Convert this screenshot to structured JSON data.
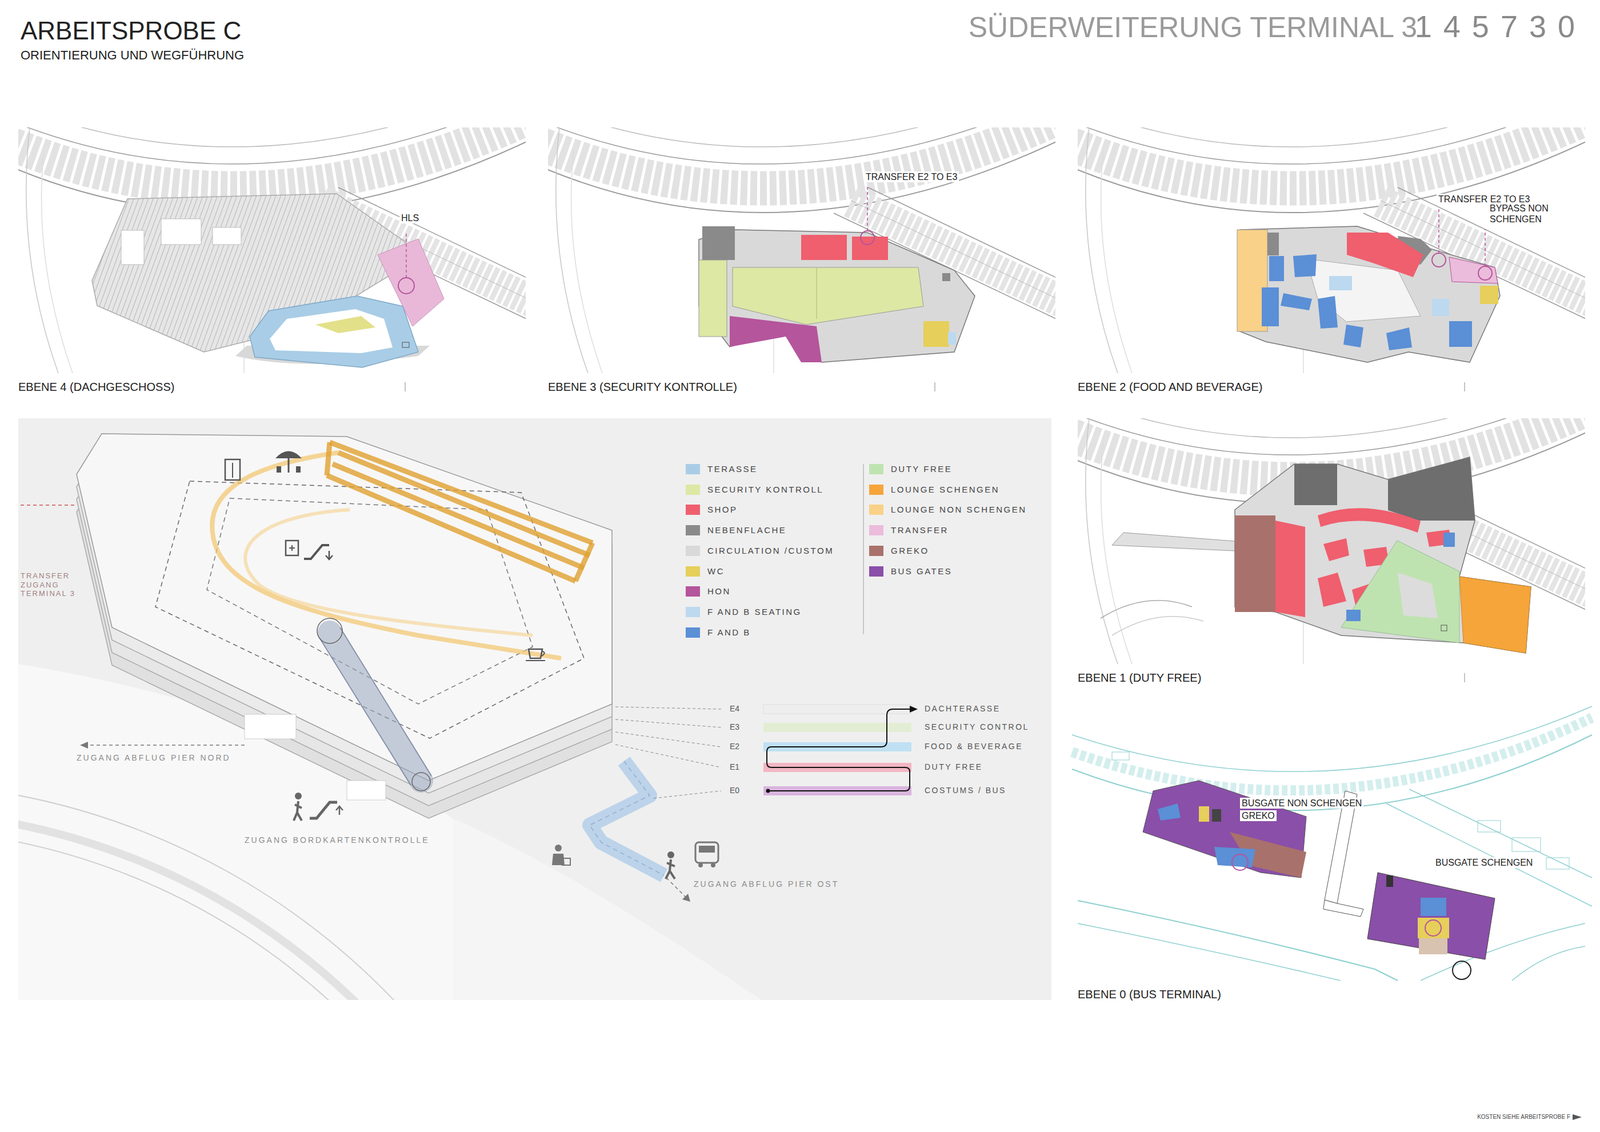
{
  "diagram": {
    "title": "ARBEITSPROBE C",
    "nodes": [
      {
        "text": [
          "EBENE 4 (DACHGESCHOSS)"
        ]
      },
      {
        "text": [
          "EBENE 3 (SECURITY KONTROLLE)"
        ]
      },
      {
        "text": [
          "EBENE 2 (FOOD AND BEVERAGE)"
        ]
      },
      {
        "text": [
          "EBENE 1 (DUTY FREE)"
        ]
      },
      {
        "text": [
          "EBENE 0 (BUS TERMINAL)"
        ]
      }
    ],
    "labels": [
      "ORIENTIERUNG UND WEGFÜHRUNG",
      "SÜDERWEITERUNG TERMINAL 3",
      "145730",
      "HLS",
      "TRANSFER E2 TO E3",
      "TRANSFER E2 TO E3",
      "BYPASS NON SCHENGEN",
      "TRANSFER ZUGANG TERMINAL 3",
      "ZUGANG ABFLUG PIER NORD",
      "ZUGANG BORDKARTENKONTROLLE",
      "ZUGANG ABFLUG PIER OST",
      "E4",
      "E3",
      "E2",
      "E1",
      "E0",
      "DACHTERASSE",
      "SECURITY CONTROL",
      "FOOD & BEVERAGE",
      "DUTY FREE",
      "COSTUMS / BUS",
      "BUSGATE NON SCHENGEN",
      "GREKO",
      "BUSGATE SCHENGEN",
      "KOSTEN SIEHE ARBEITSPROBE F"
    ],
    "legend": [
      {
        "text": "TERASSE",
        "color": "#a9cde6"
      },
      {
        "text": "SECURITY KONTROLL",
        "color": "#dce8a4"
      },
      {
        "text": "SHOP",
        "color": "#ef5f6e"
      },
      {
        "text": "NEBENFLACHE",
        "color": "#8a8a8a"
      },
      {
        "text": "CIRCULATION /CUSTOM",
        "color": "#d9d9d9"
      },
      {
        "text": "WC",
        "color": "#e6cf5a"
      },
      {
        "text": "HON",
        "color": "#b5559b"
      },
      {
        "text": "F AND B SEATING",
        "color": "#bcd9ef"
      },
      {
        "text": "F AND B",
        "color": "#5b8fd6"
      },
      {
        "text": "DUTY FREE",
        "color": "#bfe3b0"
      },
      {
        "text": "LOUNGE SCHENGEN",
        "color": "#f5a53a"
      },
      {
        "text": "LOUNGE NON SCHENGEN",
        "color": "#f9d188"
      },
      {
        "text": "TRANSFER",
        "color": "#ebbcdb"
      },
      {
        "text": "GREKO",
        "color": "#a9716b"
      },
      {
        "text": "BUS GATES",
        "color": "#8a4fa8"
      }
    ]
  }
}
